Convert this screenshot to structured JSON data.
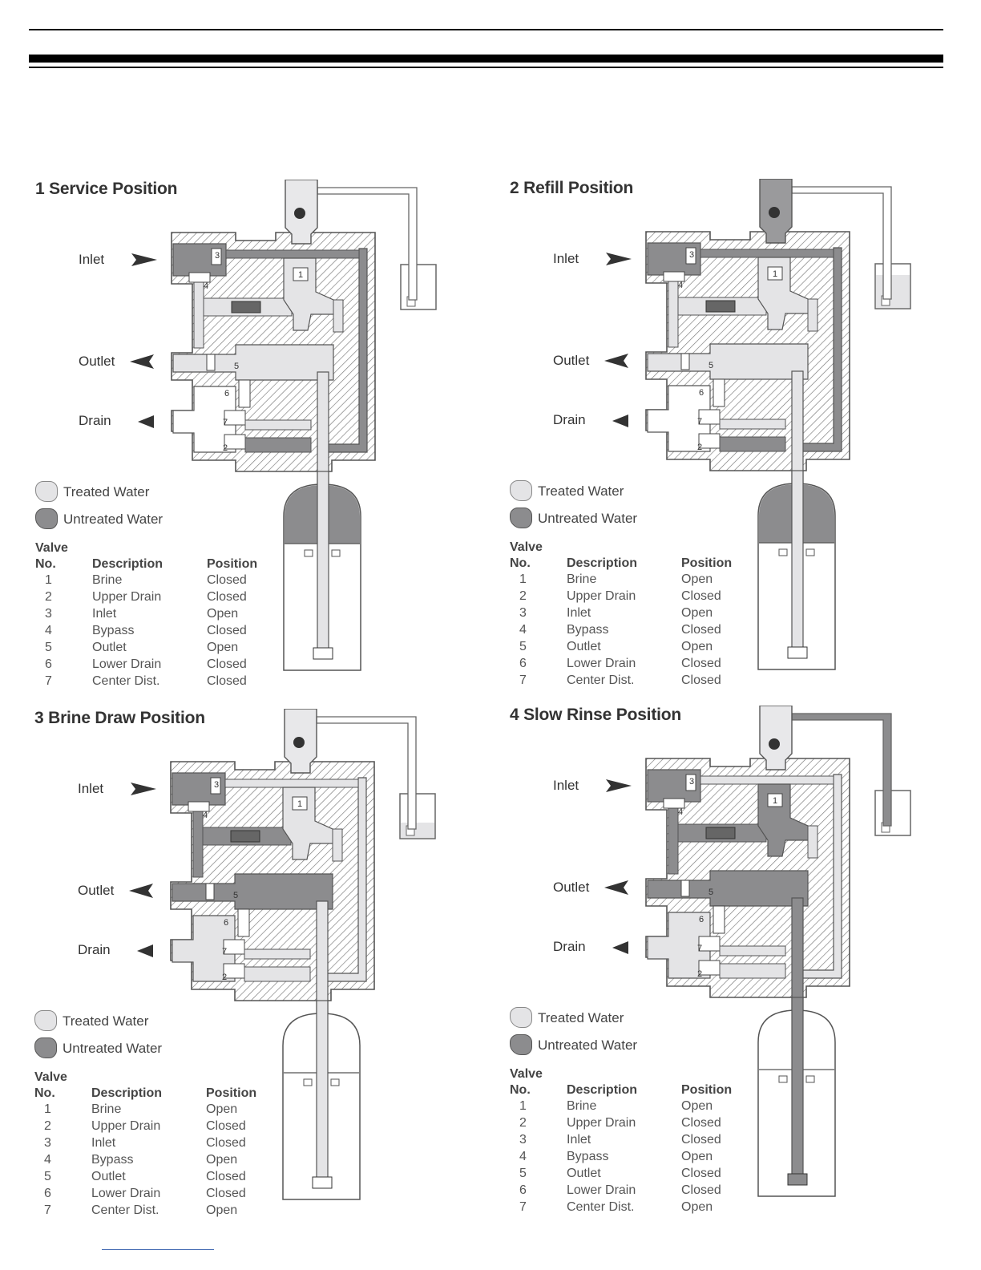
{
  "panels": [
    {
      "title": "1 Service Position",
      "labels": {
        "inlet": "Inlet",
        "outlet": "Outlet",
        "drain": "Drain"
      },
      "legend": [
        {
          "label": "Treated Water",
          "icon": "light-swatch"
        },
        {
          "label": "Untreated Water",
          "icon": "dark-swatch"
        }
      ],
      "table_header": {
        "valve": "Valve",
        "no": "No.",
        "description": "Description",
        "position": "Position"
      },
      "valves": [
        {
          "no": "1",
          "description": "Brine",
          "position": "Closed"
        },
        {
          "no": "2",
          "description": "Upper Drain",
          "position": "Closed"
        },
        {
          "no": "3",
          "description": "Inlet",
          "position": "Open"
        },
        {
          "no": "4",
          "description": "Bypass",
          "position": "Closed"
        },
        {
          "no": "5",
          "description": "Outlet",
          "position": "Open"
        },
        {
          "no": "6",
          "description": "Lower Drain",
          "position": "Closed"
        },
        {
          "no": "7",
          "description": "Center Dist.",
          "position": "Closed"
        }
      ]
    },
    {
      "title": "2 Refill Position",
      "labels": {
        "inlet": "Inlet",
        "outlet": "Outlet",
        "drain": "Drain"
      },
      "legend": [
        {
          "label": "Treated Water",
          "icon": "light-swatch"
        },
        {
          "label": "Untreated Water",
          "icon": "dark-swatch"
        }
      ],
      "table_header": {
        "valve": "Valve",
        "no": "No.",
        "description": "Description",
        "position": "Position"
      },
      "valves": [
        {
          "no": "1",
          "description": "Brine",
          "position": "Open"
        },
        {
          "no": "2",
          "description": "Upper Drain",
          "position": "Closed"
        },
        {
          "no": "3",
          "description": "Inlet",
          "position": "Open"
        },
        {
          "no": "4",
          "description": "Bypass",
          "position": "Closed"
        },
        {
          "no": "5",
          "description": "Outlet",
          "position": "Open"
        },
        {
          "no": "6",
          "description": "Lower Drain",
          "position": "Closed"
        },
        {
          "no": "7",
          "description": "Center Dist.",
          "position": "Closed"
        }
      ]
    },
    {
      "title": "3 Brine Draw Position",
      "labels": {
        "inlet": "Inlet",
        "outlet": "Outlet",
        "drain": "Drain"
      },
      "legend": [
        {
          "label": "Treated Water",
          "icon": "light-swatch"
        },
        {
          "label": "Untreated Water",
          "icon": "dark-swatch"
        }
      ],
      "table_header": {
        "valve": "Valve",
        "no": "No.",
        "description": "Description",
        "position": "Position"
      },
      "valves": [
        {
          "no": "1",
          "description": "Brine",
          "position": "Open"
        },
        {
          "no": "2",
          "description": "Upper Drain",
          "position": "Closed"
        },
        {
          "no": "3",
          "description": "Inlet",
          "position": "Closed"
        },
        {
          "no": "4",
          "description": "Bypass",
          "position": "Open"
        },
        {
          "no": "5",
          "description": "Outlet",
          "position": "Closed"
        },
        {
          "no": "6",
          "description": "Lower Drain",
          "position": "Closed"
        },
        {
          "no": "7",
          "description": "Center Dist.",
          "position": "Open"
        }
      ]
    },
    {
      "title": "4 Slow Rinse Position",
      "labels": {
        "inlet": "Inlet",
        "outlet": "Outlet",
        "drain": "Drain"
      },
      "legend": [
        {
          "label": "Treated Water",
          "icon": "light-swatch"
        },
        {
          "label": "Untreated Water",
          "icon": "dark-swatch"
        }
      ],
      "table_header": {
        "valve": "Valve",
        "no": "No.",
        "description": "Description",
        "position": "Position"
      },
      "valves": [
        {
          "no": "1",
          "description": "Brine",
          "position": "Open"
        },
        {
          "no": "2",
          "description": "Upper Drain",
          "position": "Closed"
        },
        {
          "no": "3",
          "description": "Inlet",
          "position": "Closed"
        },
        {
          "no": "4",
          "description": "Bypass",
          "position": "Open"
        },
        {
          "no": "5",
          "description": "Outlet",
          "position": "Closed"
        },
        {
          "no": "6",
          "description": "Lower Drain",
          "position": "Closed"
        },
        {
          "no": "7",
          "description": "Center Dist.",
          "position": "Open"
        }
      ]
    }
  ],
  "valve_numbers": [
    "1",
    "2",
    "3",
    "4",
    "5",
    "6",
    "7"
  ],
  "colors": {
    "treated": "#e4e4e6",
    "untreated": "#8c8c8e",
    "outline": "#555555"
  }
}
